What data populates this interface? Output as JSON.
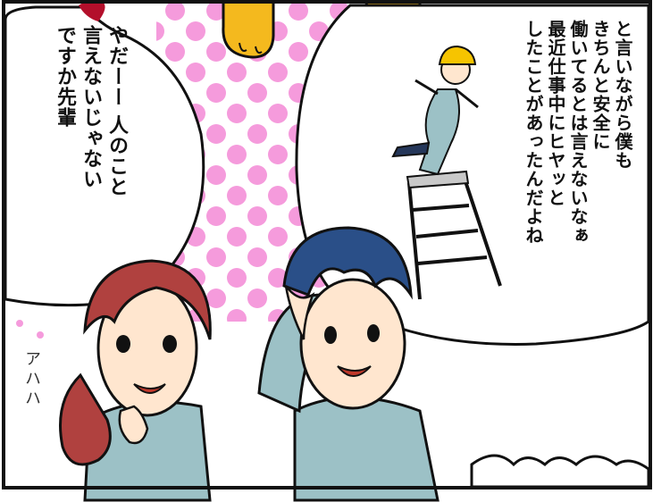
{
  "dialogue": {
    "right_bubble": [
      "と言いながら僕も",
      "きちんと安全に",
      "働いてるとは言えないなぁ",
      "最近仕事中にヒヤッと",
      "したことがあったんだよね"
    ],
    "left_bubble": [
      "やだーー 人のこと",
      "言えないじゃない",
      "ですか先輩"
    ]
  },
  "sound_effect": "アハハ",
  "colors": {
    "panel_border": "#111111",
    "pink_dots": "#f59bdc",
    "hair_man": "#2a4f88",
    "hair_woman": "#b0413f",
    "uniform": "#9cc1c6",
    "skin": "#ffe6cf",
    "helmet": "#f6c400",
    "mascot_yellow": "#f4b91e"
  },
  "icons": [
    "falling-worker-on-ladder",
    "mascot-feet",
    "speech-bubble"
  ]
}
